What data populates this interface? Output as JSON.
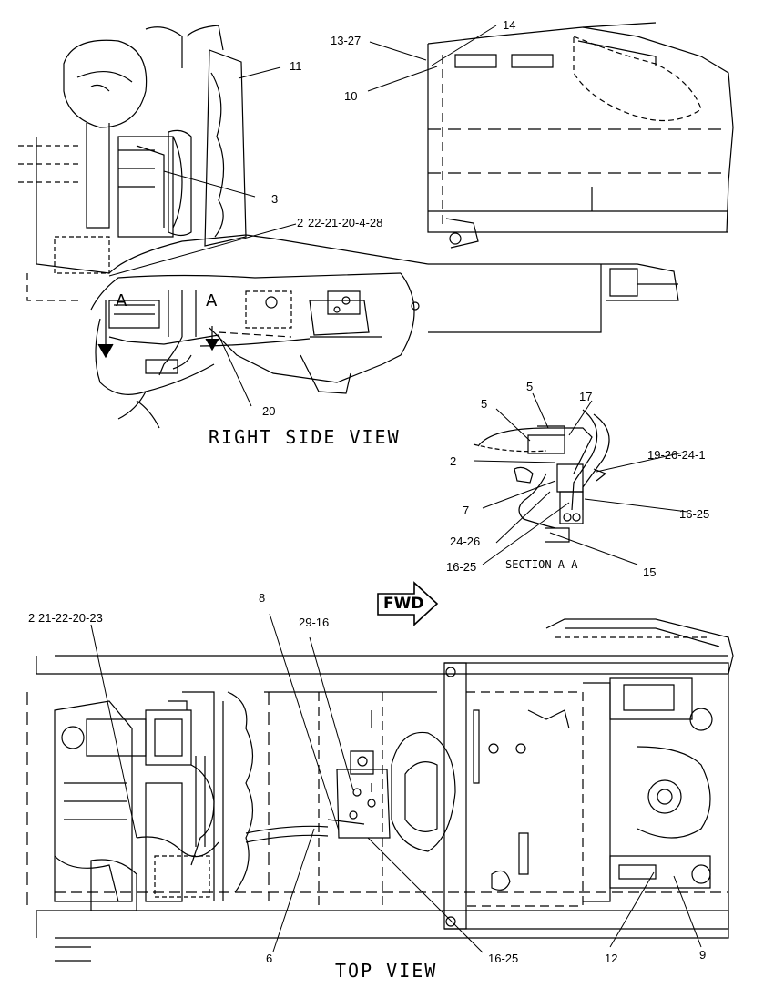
{
  "views": {
    "right_side": {
      "title": "RIGHT SIDE VIEW",
      "section_marker": "A"
    },
    "section": {
      "title": "SECTION A-A"
    },
    "top": {
      "title": "TOP VIEW",
      "direction": "FWD"
    }
  },
  "callouts": {
    "c13_27": "13-27",
    "c14": "14",
    "c10": "10",
    "c11": "11",
    "c3": "3",
    "c22_21_20_4_28": "22-21-20-4-28",
    "c2_top": "2",
    "c20": "20",
    "c5a": "5",
    "c5b": "5",
    "c17": "17",
    "c2": "2",
    "c19_26_24_1": "19-26-24-1",
    "c7": "7",
    "c16_25_right": "16-25",
    "c24_26": "24-26",
    "c16_25_left": "16-25",
    "c15": "15",
    "c8": "8",
    "c29_16": "29-16",
    "c2_left": "2",
    "c21_22_20_23": "21-22-20-23",
    "c6": "6",
    "c16_25_bottom": "16-25",
    "c12": "12",
    "c9": "9"
  }
}
